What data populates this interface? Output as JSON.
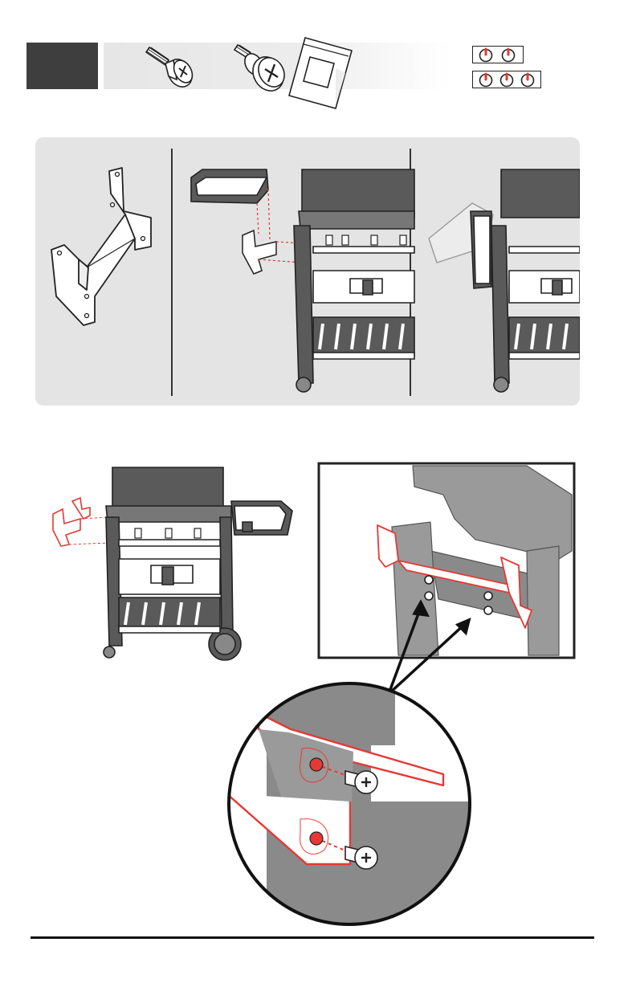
{
  "step": {
    "number": ""
  },
  "hardware": {
    "items": [
      {
        "name": "flat-head-screw",
        "icon": "flat-head-screw-icon"
      },
      {
        "name": "thumb-screw",
        "icon": "thumb-screw-icon"
      },
      {
        "name": "hardware-bag",
        "icon": "hardware-bag-icon"
      }
    ]
  },
  "screw_counts": [
    {
      "count": 2,
      "icon": "screw-count-icon"
    },
    {
      "count": 3,
      "icon": "screw-count-icon"
    }
  ],
  "colors": {
    "highlight": "#e53935",
    "dark": "#3e3e3e",
    "panel": "#e4e4e4",
    "grill_body": "#5a5a5a",
    "outline": "#222222"
  },
  "illustrations": {
    "overview_frames": [
      "bracket-part",
      "mount-side-shelf-to-bracket",
      "side-shelf-installed"
    ],
    "detail": [
      "grill-bracket-location",
      "bracket-closeup",
      "screw-magnifier"
    ]
  }
}
